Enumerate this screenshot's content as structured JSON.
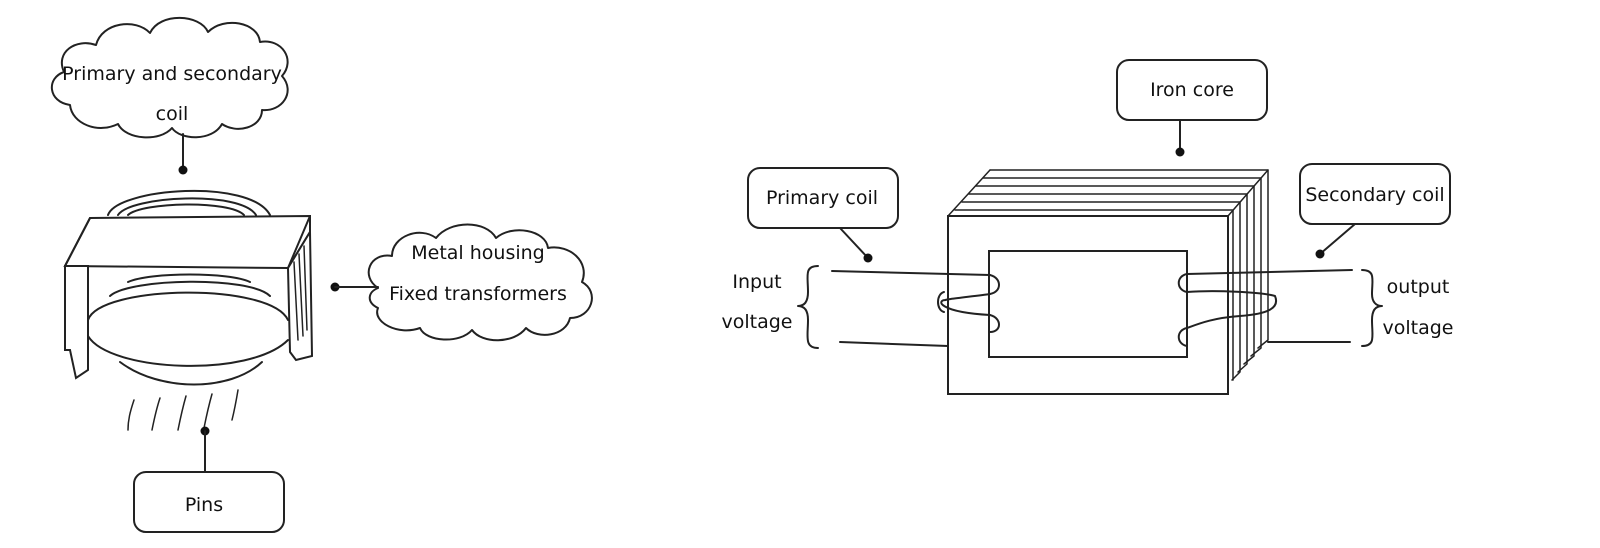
{
  "left_figure": {
    "label_coil_line1": "Primary and secondary",
    "label_coil_line2": "coil",
    "label_housing_line1": "Metal housing",
    "label_housing_line2": "Fixed transformers",
    "label_pins": "Pins"
  },
  "right_figure": {
    "label_iron_core": "Iron core",
    "label_primary_coil": "Primary coil",
    "label_secondary_coil": "Secondary coil",
    "label_input_line1": "Input",
    "label_input_line2": "voltage",
    "label_output_line1": "output",
    "label_output_line2": "voltage"
  }
}
